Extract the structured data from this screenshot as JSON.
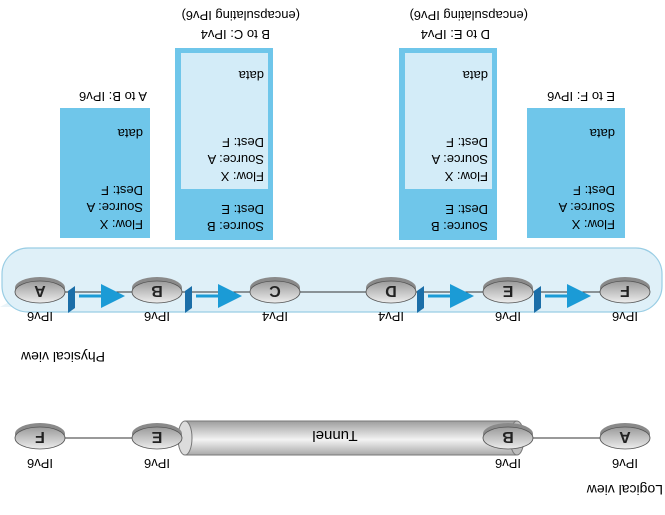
{
  "views": {
    "physical": "Physical view",
    "logical": "Logical view"
  },
  "routers": [
    {
      "id": "A",
      "label": "A",
      "proto": "IPv6"
    },
    {
      "id": "B",
      "label": "B",
      "proto": "IPv6"
    },
    {
      "id": "C",
      "label": "C",
      "proto": "IPv4"
    },
    {
      "id": "D",
      "label": "D",
      "proto": "IPv4"
    },
    {
      "id": "E",
      "label": "E",
      "proto": "IPv6"
    },
    {
      "id": "F",
      "label": "F",
      "proto": "IPv6"
    }
  ],
  "logical_routers": [
    {
      "label": "A",
      "proto": "IPv6"
    },
    {
      "label": "B",
      "proto": "IPv6"
    },
    {
      "label": "E",
      "proto": "IPv6"
    },
    {
      "label": "F",
      "proto": "IPv6"
    }
  ],
  "tunnel": {
    "label": "Tunnel"
  },
  "packets": {
    "ab": {
      "caption": "A to B: IPv6",
      "flow": "Flow: X",
      "source": "Source: A",
      "dest": "Dest: F",
      "data": "data"
    },
    "bc": {
      "caption": "B to C: IPv4",
      "subcaption": "(encapsulating IPv6)",
      "outer_source": "Source: B",
      "outer_dest": "Dest: E",
      "flow": "Flow: X",
      "source": "Source: A",
      "dest": "Dest: F",
      "data": "data"
    },
    "de": {
      "caption": "D to E: IPv4",
      "subcaption": "(encapsulating IPv6)",
      "outer_source": "Source: B",
      "outer_dest": "Dest: E",
      "flow": "Flow: X",
      "source": "Source: A",
      "dest": "Dest: F",
      "data": "data"
    },
    "ef": {
      "caption": "E to F: IPv6",
      "flow": "Flow: X",
      "source": "Source: A",
      "dest": "Dest: F",
      "data": "data"
    }
  },
  "colors": {
    "packet_blue": "#6fc6ea",
    "packet_inner": "#d3ecf8",
    "band_fill": "#dff0f8",
    "band_stroke": "#99cde4",
    "router_fill": "#c8c8c8",
    "router_stroke": "#555555",
    "arrow": "#1b9bd6",
    "tunnel": "#c7c7c7"
  }
}
